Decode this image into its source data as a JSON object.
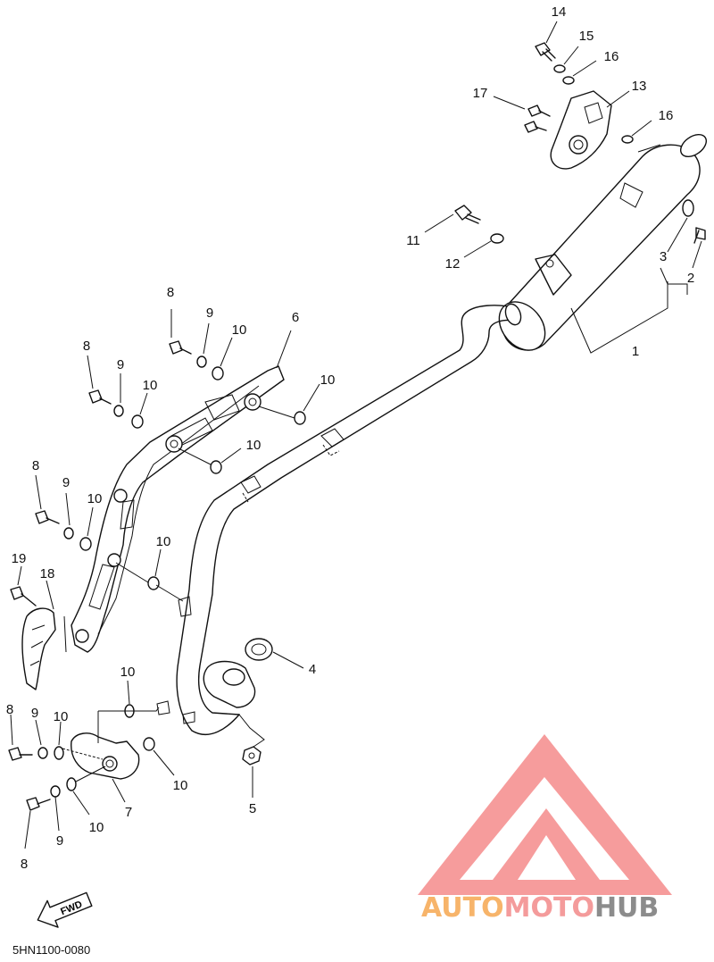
{
  "diagram_code": "5HN1100-0080",
  "direction_label": "FWD",
  "watermark": {
    "auto": "AUTO",
    "moto": "MOTO",
    "hub": "HUB"
  },
  "watermark_colors": {
    "triangle": "#f58b8b",
    "auto": "#f7b46a",
    "moto": "#f49b9b",
    "hub": "#8c8c8c"
  },
  "labels": {
    "n1": "1",
    "n2": "2",
    "n3": "3",
    "n4": "4",
    "n5": "5",
    "n6": "6",
    "n7": "7",
    "n8a": "8",
    "n8b": "8",
    "n8c": "8",
    "n8d": "8",
    "n8e": "8",
    "n9a": "9",
    "n9b": "9",
    "n9c": "9",
    "n9d": "9",
    "n9e": "9",
    "n10a": "10",
    "n10b": "10",
    "n10c": "10",
    "n10d": "10",
    "n10e": "10",
    "n10f": "10",
    "n10g": "10",
    "n10h": "10",
    "n10i": "10",
    "n10j": "10",
    "n11": "11",
    "n12": "12",
    "n13": "13",
    "n14": "14",
    "n15": "15",
    "n16a": "16",
    "n16b": "16",
    "n17": "17",
    "n18": "18",
    "n19": "19"
  }
}
